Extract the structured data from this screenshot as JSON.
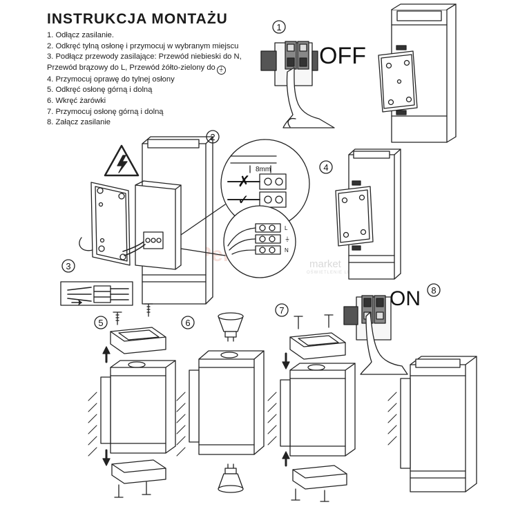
{
  "title": "INSTRUKCJA MONTAŻU",
  "steps": [
    "1. Odłącz zasilanie.",
    "2. Odkręć tylną osłonę i przymocuj w wybranym miejscu",
    "3. Podłącz przewody zasilające: Przewód niebieski do N,",
    "Przewód brązowy do L, Przewód żółto-zielony do",
    "4. Przymocuj oprawę do tylnej osłony",
    "5. Odkręć osłonę górną i dolną",
    "6.  Wkręć żarówki",
    "7. Przymocuj osłonę górną i dolną",
    "8. Załącz zasilanie"
  ],
  "figure_numbers": {
    "n1": "1",
    "n2": "2",
    "n3": "3",
    "n4": "4",
    "n5": "5",
    "n6": "6",
    "n7": "7",
    "n8": "8"
  },
  "labels": {
    "off": "OFF",
    "on": "ON",
    "strip_length": "8mm",
    "terminal_l": "L",
    "terminal_n": "N"
  },
  "watermark": {
    "brand": "Perfect",
    "brand_suffix": "market",
    "tagline": "OŚWIETLENIE LED"
  },
  "icons": [
    "ground-symbol-icon",
    "high-voltage-warning-icon",
    "hand-icon",
    "screw-icon",
    "gu10-bulb-icon",
    "arrow-up-icon",
    "arrow-down-icon"
  ]
}
